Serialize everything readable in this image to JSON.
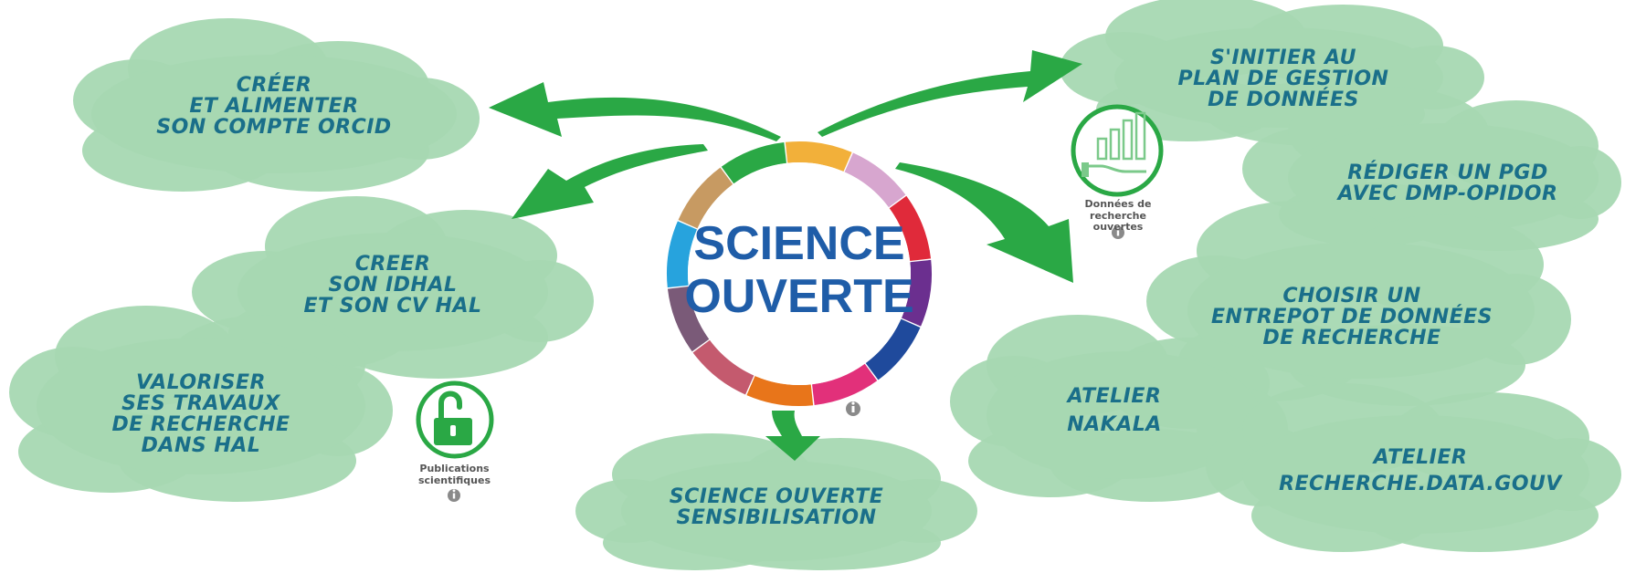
{
  "colors": {
    "cloud": "#a7d8b2",
    "cloud_dark": "#8fcd9c",
    "arrow": "#2aa845",
    "text": "#1a6f8a",
    "center_text": "#1f5da8",
    "icon_green": "#2aa845",
    "info_grey": "#8a8a8a",
    "ring": [
      "#f2b03a",
      "#d7a6cf",
      "#e02a3a",
      "#6b2f8f",
      "#1f4a9c",
      "#e2307a",
      "#e8751a",
      "#c45a6e",
      "#7a5a78",
      "#27a3dd",
      "#c79a62",
      "#2aa845"
    ]
  },
  "center": {
    "line1": "SCIENCE",
    "line2": "OUVERTE"
  },
  "nodes": {
    "orcid": [
      "CRÉER",
      "ET ALIMENTER",
      "SON COMPTE ORCID"
    ],
    "idhal": [
      "CREER",
      "SON IDHAL",
      "ET SON CV HAL"
    ],
    "valoriser": [
      "VALORISER",
      "SES TRAVAUX",
      "DE RECHERCHE",
      "DANS HAL"
    ],
    "sensibilisation": [
      "SCIENCE OUVERTE",
      "SENSIBILISATION"
    ],
    "pgd_init": [
      "S'INITIER AU",
      "PLAN DE GESTION",
      "DE DONNÉES"
    ],
    "pgd_dmp": [
      "RÉDIGER UN PGD",
      "AVEC DMP-OPIDOR"
    ],
    "entrepot": [
      "CHOISIR UN",
      "ENTREPOT DE DONNÉES",
      "DE RECHERCHE"
    ],
    "nakala": [
      "ATELIER",
      "NAKALA"
    ],
    "rdg": [
      "ATELIER",
      "RECHERCHE.DATA.GOUV"
    ]
  },
  "icon_labels": {
    "publications": [
      "Publications",
      "scientifiques"
    ],
    "donnees": [
      "Données de",
      "recherche ouvertes"
    ]
  }
}
